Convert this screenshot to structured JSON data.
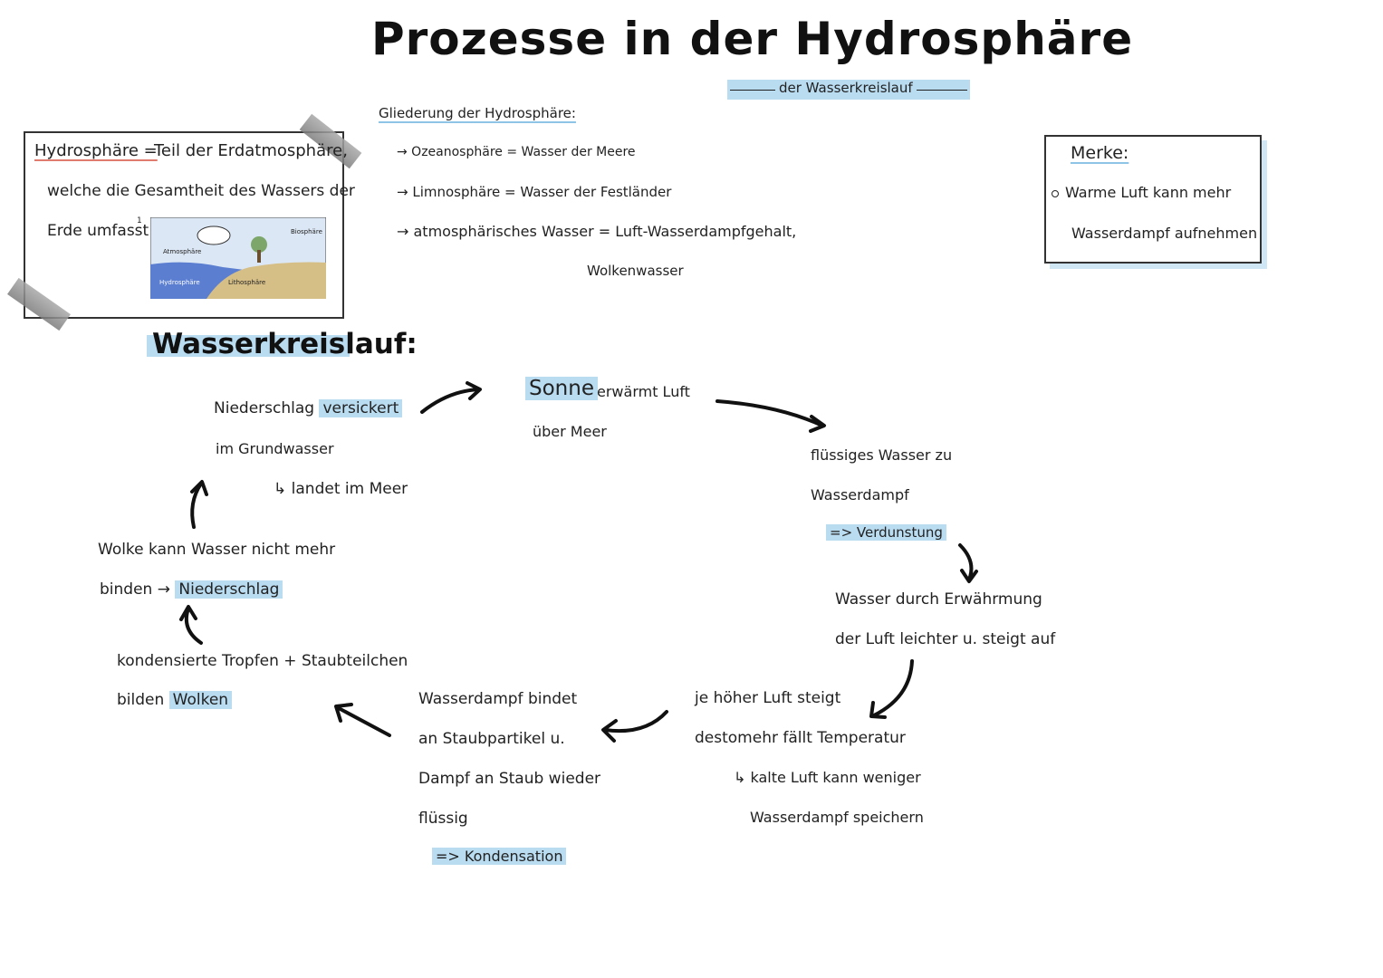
{
  "header": {
    "title": "Prozesse in der Hydrosphäre",
    "subtitle": "der Wasserkreislauf"
  },
  "definition": {
    "term": "Hydrosphäre =",
    "line1": "Teil der Erdatmosphäre,",
    "line2": "welche die Gesamtheit des Wassers der",
    "line3": "Erde umfasst.",
    "footnote": "1",
    "illustration": {
      "label_atmosphere": "Atmosphäre",
      "label_biosphere": "Biosphäre",
      "label_hydrosphere": "Hydrosphäre",
      "label_lithosphere": "Lithosphäre"
    }
  },
  "gliederung": {
    "heading": "Gliederung der Hydrosphäre:",
    "items": [
      "→ Ozeanosphäre = Wasser der Meere",
      "→ Limnosphäre = Wasser der Festländer",
      "→ atmosphärisches Wasser = Luft-Wasserdampfgehalt,"
    ],
    "continuation": "Wolkenwasser"
  },
  "merke": {
    "heading": "Merke:",
    "bullet": "Warme Luft kann mehr",
    "bullet_cont": "Wasserdampf aufnehmen"
  },
  "kreislauf": {
    "heading": "Wasserkreislauf:",
    "sonne": {
      "word": "Sonne",
      "rest": "erwärmt Luft",
      "line2": "über Meer"
    },
    "verdunstung": {
      "line1": "flüssiges Wasser zu",
      "line2": "Wasserdampf",
      "result": "=> Verdunstung"
    },
    "aufstieg": {
      "line1": "Wasser durch Erwährmung",
      "line2": "der Luft leichter u. steigt auf"
    },
    "temperatur": {
      "line1": "je höher Luft steigt",
      "line2": "destomehr fällt Temperatur",
      "line3": "↳ kalte Luft kann weniger",
      "line4": "Wasserdampf speichern"
    },
    "kondensation": {
      "line1": "Wasserdampf bindet",
      "line2": "an Staubpartikel u.",
      "line3": "Dampf an Staub wieder",
      "line4": "flüssig",
      "result": "=> Kondensation"
    },
    "wolken": {
      "line1": "kondensierte Tropfen + Staubteilchen",
      "line2_pre": "bilden",
      "line2_hl": "Wolken"
    },
    "niederschlag": {
      "line1": "Wolke kann Wasser nicht mehr",
      "line2_pre": "binden →",
      "line2_hl": "Niederschlag"
    },
    "versickern": {
      "line1_pre": "Niederschlag",
      "line1_hl": "versickert",
      "line2": "im Grundwasser",
      "line3": "↳ landet im Meer"
    }
  }
}
